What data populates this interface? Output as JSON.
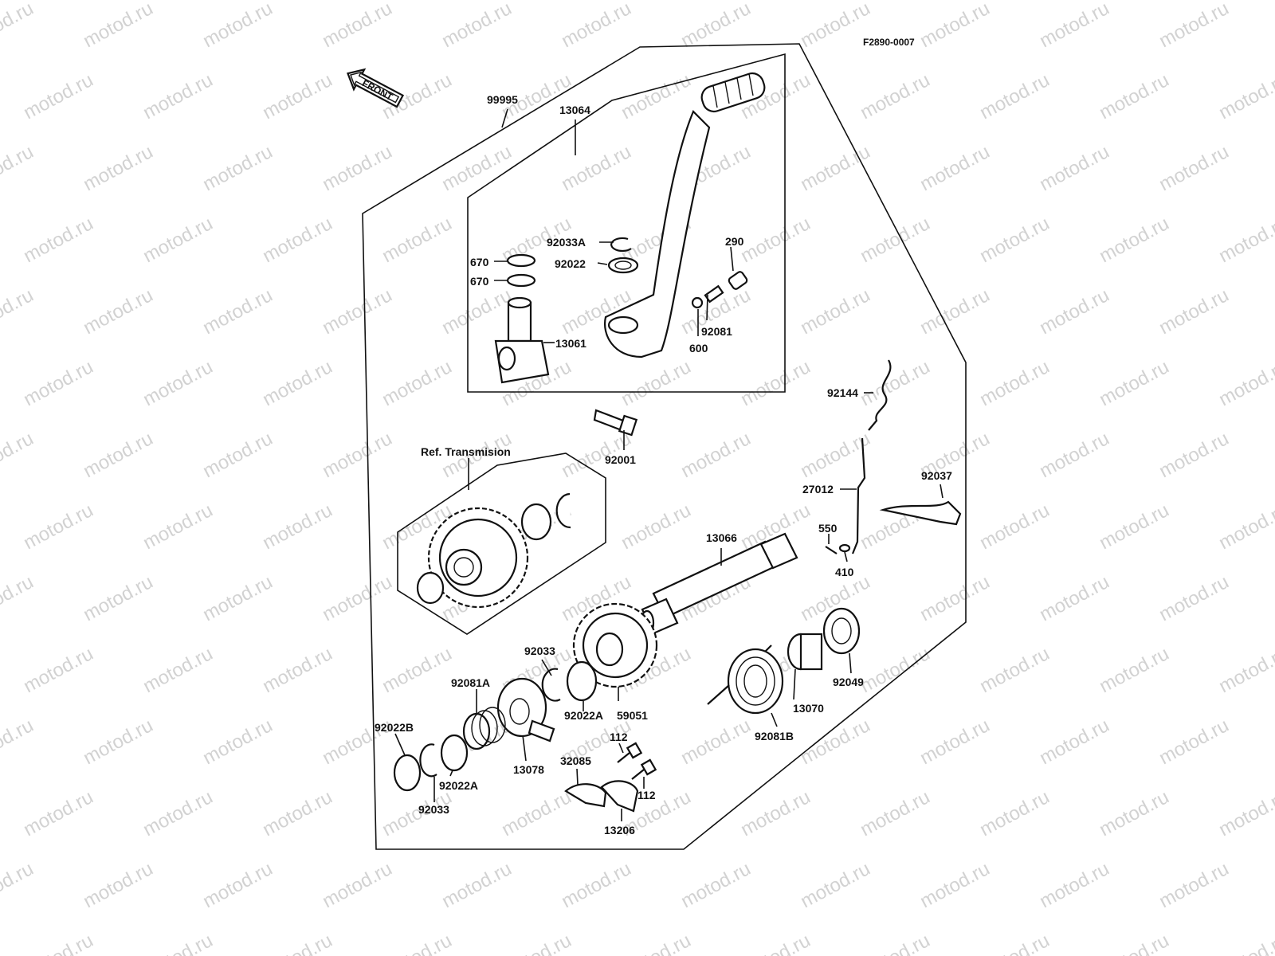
{
  "diagram_code": "F2890-0007",
  "watermark_text": "motod.ru",
  "front_arrow_label": "FRONT",
  "ref_transmission_label": "Ref. Transmision",
  "colors": {
    "ink": "#111111",
    "watermark": "#d2d2d2",
    "background": "#ffffff"
  },
  "parts": {
    "p99995": "99995",
    "p13064": "13064",
    "p92033A": "92033A",
    "p92022": "92022",
    "p290": "290",
    "p670a": "670",
    "p670b": "670",
    "p13061": "13061",
    "p92081": "92081",
    "p600": "600",
    "p92144": "92144",
    "p92001": "92001",
    "p27012": "27012",
    "p92037": "92037",
    "p550": "550",
    "p410": "410",
    "p13066": "13066",
    "p92033_mid": "92033",
    "p92081A": "92081A",
    "p92022A_mid": "92022A",
    "p59051": "59051",
    "p92049": "92049",
    "p13070": "13070",
    "p92081B": "92081B",
    "p92022B": "92022B",
    "p92022A_low": "92022A",
    "p92033_low": "92033",
    "p13078": "13078",
    "p112a": "112",
    "p32085": "32085",
    "p112b": "112",
    "p13206": "13206"
  }
}
